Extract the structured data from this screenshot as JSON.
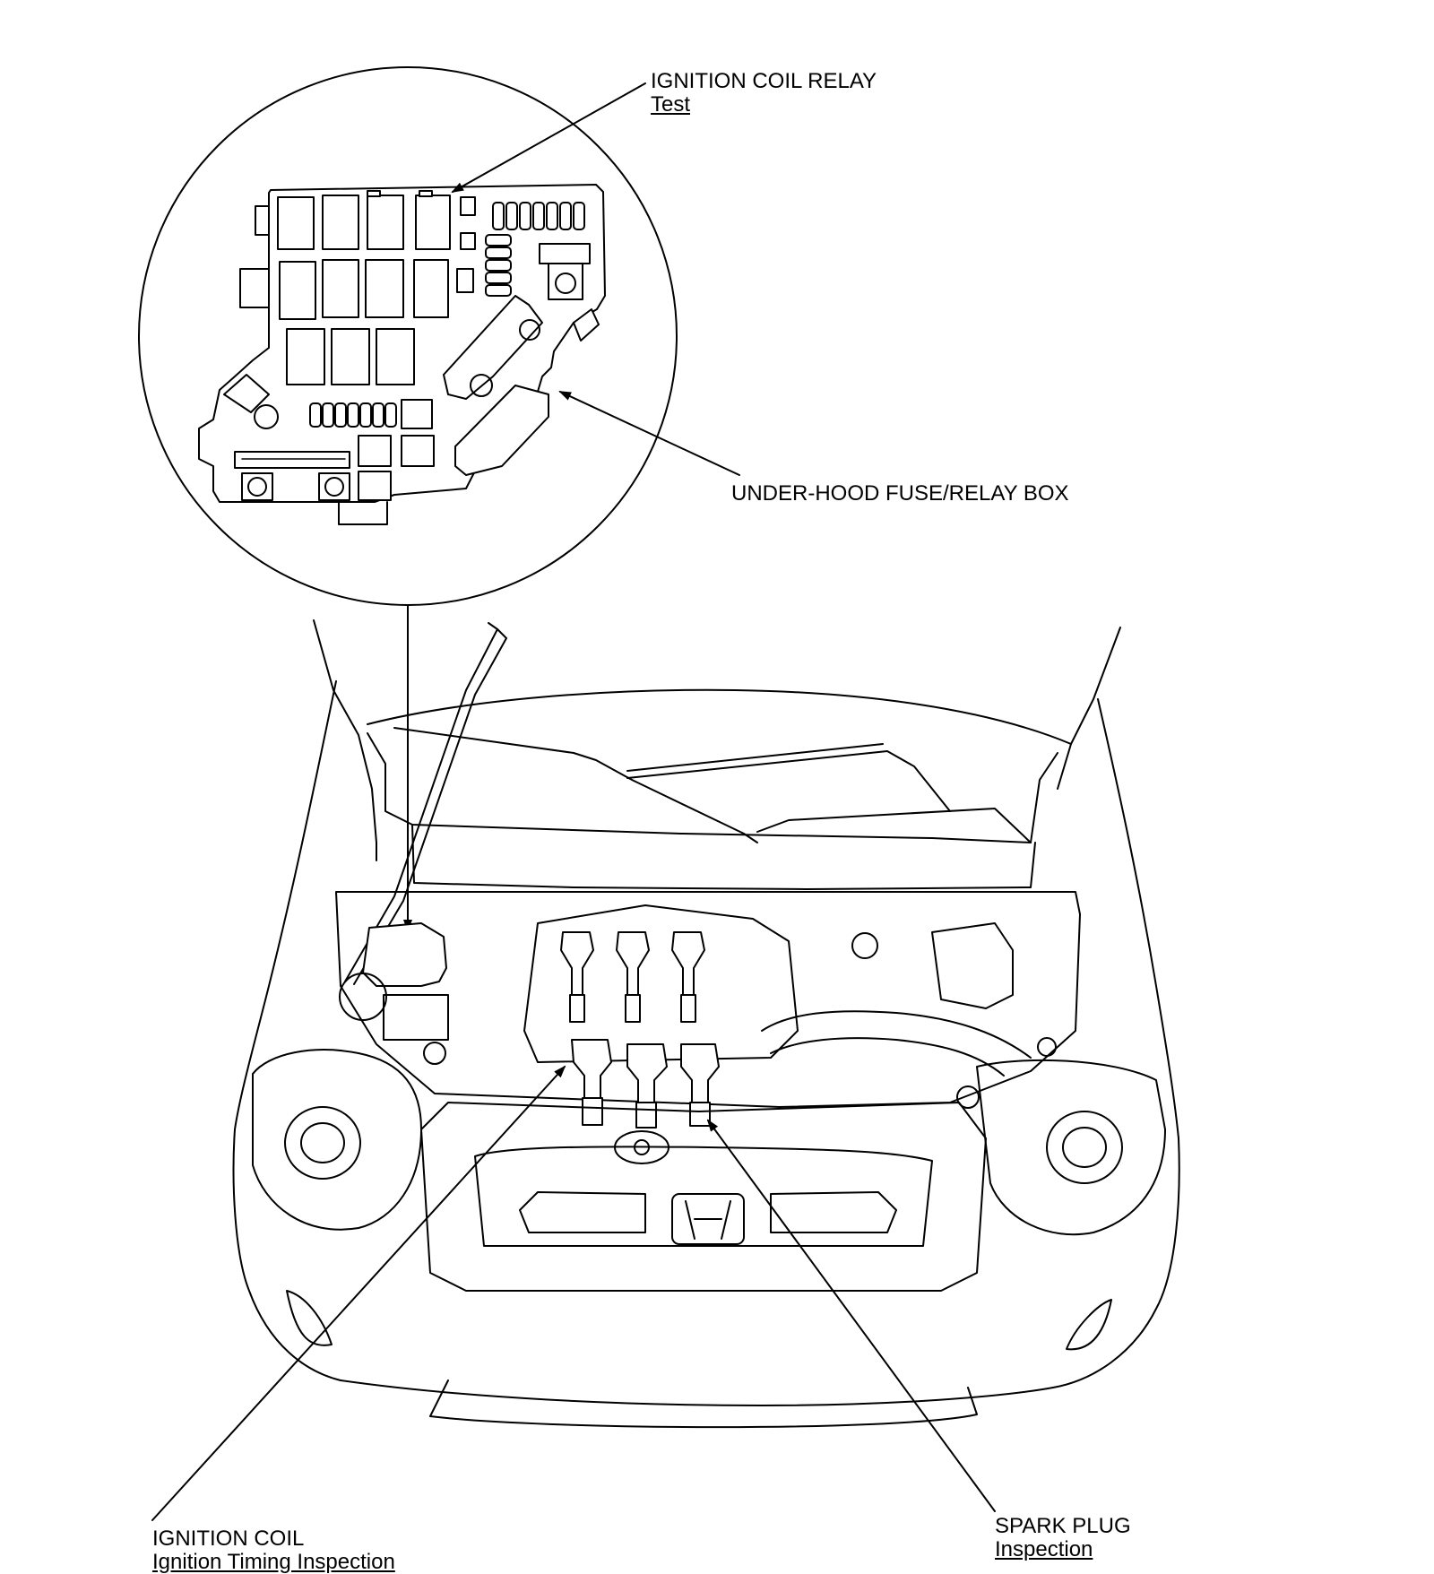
{
  "callouts": {
    "coil_relay": {
      "label": "IGNITION COIL RELAY",
      "link": "Test"
    },
    "fuse_box": {
      "label": "UNDER-HOOD FUSE/RELAY BOX"
    },
    "ignition_coil": {
      "label": "IGNITION COIL",
      "link": "Ignition Timing Inspection"
    },
    "spark_plug": {
      "label": "SPARK PLUG",
      "link": "Inspection"
    }
  },
  "colors": {
    "line": "#000000",
    "background": "#ffffff"
  }
}
